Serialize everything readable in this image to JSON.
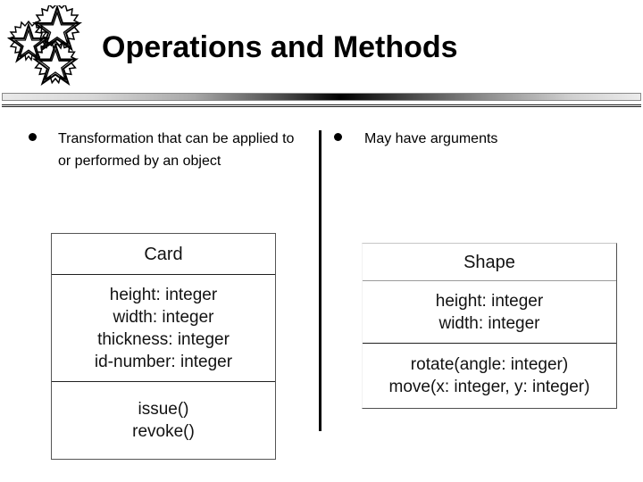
{
  "slide": {
    "title": "Operations and Methods",
    "logo_icon": "three-stars-gear-logo"
  },
  "columns": {
    "left": {
      "bullet_icon": "bullet-dot",
      "bullet_text": "Transformation that can be applied to or performed by an object",
      "class_diagram": {
        "name": "Card",
        "attributes": [
          "height: integer",
          "width: integer",
          "thickness: integer",
          "id-number: integer"
        ],
        "operations": [
          "issue()",
          "revoke()"
        ]
      }
    },
    "right": {
      "bullet_icon": "bullet-dot",
      "bullet_text": "May have arguments",
      "class_diagram": {
        "name": "Shape",
        "attributes": [
          "height: integer",
          "width: integer"
        ],
        "operations": [
          "rotate(angle: integer)",
          "move(x: integer, y: integer)"
        ]
      }
    }
  },
  "colors": {
    "text": "#000000",
    "box_border": "#555555",
    "rule_dark": "#000000",
    "background": "#ffffff"
  }
}
